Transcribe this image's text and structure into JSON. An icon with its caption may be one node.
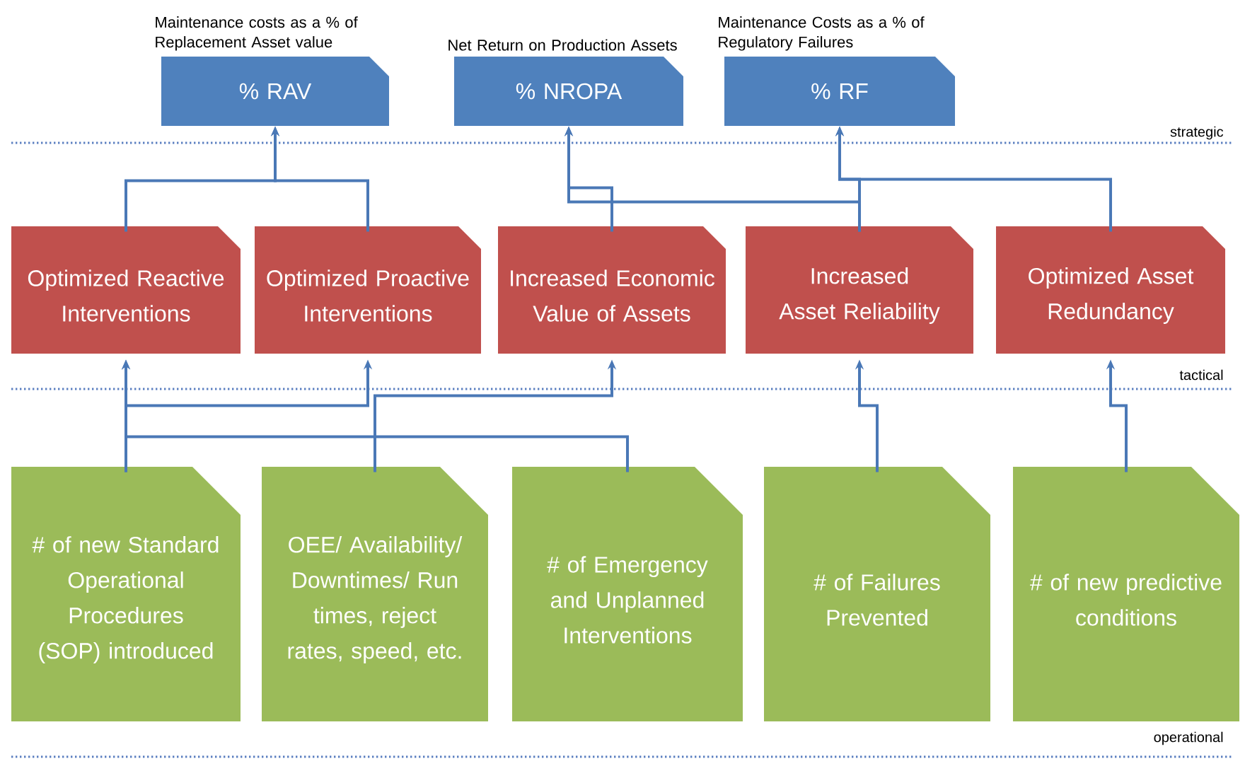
{
  "diagram": {
    "nodes": [
      {
        "text": [
          "Maintenance costs as a % of Replacement Asset value",
          "% RAV"
        ]
      },
      {
        "text": [
          "Net Return on Production Assets",
          "% NROPA"
        ]
      },
      {
        "text": [
          "Maintenance Costs as a % of Regulatory Failures",
          "%  RF"
        ]
      },
      {
        "text": [
          "Optimized Reactive Interventions"
        ]
      },
      {
        "text": [
          "Optimized Proactive Interventions"
        ]
      },
      {
        "text": [
          "Increased Economic Value of Assets"
        ]
      },
      {
        "text": [
          "Increased Asset Reliability"
        ]
      },
      {
        "text": [
          "Optimized Asset Redundancy"
        ]
      },
      {
        "text": [
          "# of new Standard Operational Procedures (SOP) introduced"
        ]
      },
      {
        "text": [
          "OEE/ Availability/ Downtimes/ Run times, reject rates, speed, etc."
        ]
      },
      {
        "text": [
          "# of Emergency and Unplanned Interventions"
        ]
      },
      {
        "text": [
          "# of Failures Prevented"
        ]
      },
      {
        "text": [
          "# of new predictive conditions"
        ]
      }
    ],
    "edges": [
      {
        "from": 3,
        "to": 0,
        "arrow": "to"
      },
      {
        "from": 4,
        "to": 0,
        "arrow": "to"
      },
      {
        "from": 5,
        "to": 1,
        "arrow": "to"
      },
      {
        "from": 6,
        "to": 1,
        "arrow": "to"
      },
      {
        "from": 6,
        "to": 2,
        "arrow": "to"
      },
      {
        "from": 7,
        "to": 2,
        "arrow": "to"
      },
      {
        "from": 8,
        "to": 3,
        "arrow": "to"
      },
      {
        "from": 8,
        "to": 4,
        "arrow": "to"
      },
      {
        "from": 9,
        "to": 5,
        "arrow": "to"
      },
      {
        "from": 10,
        "to": 3,
        "arrow": "to"
      },
      {
        "from": 11,
        "to": 6,
        "arrow": "to"
      },
      {
        "from": 12,
        "to": 7,
        "arrow": "to"
      }
    ],
    "labels": [
      "strategic",
      "tactical",
      "operational"
    ]
  }
}
